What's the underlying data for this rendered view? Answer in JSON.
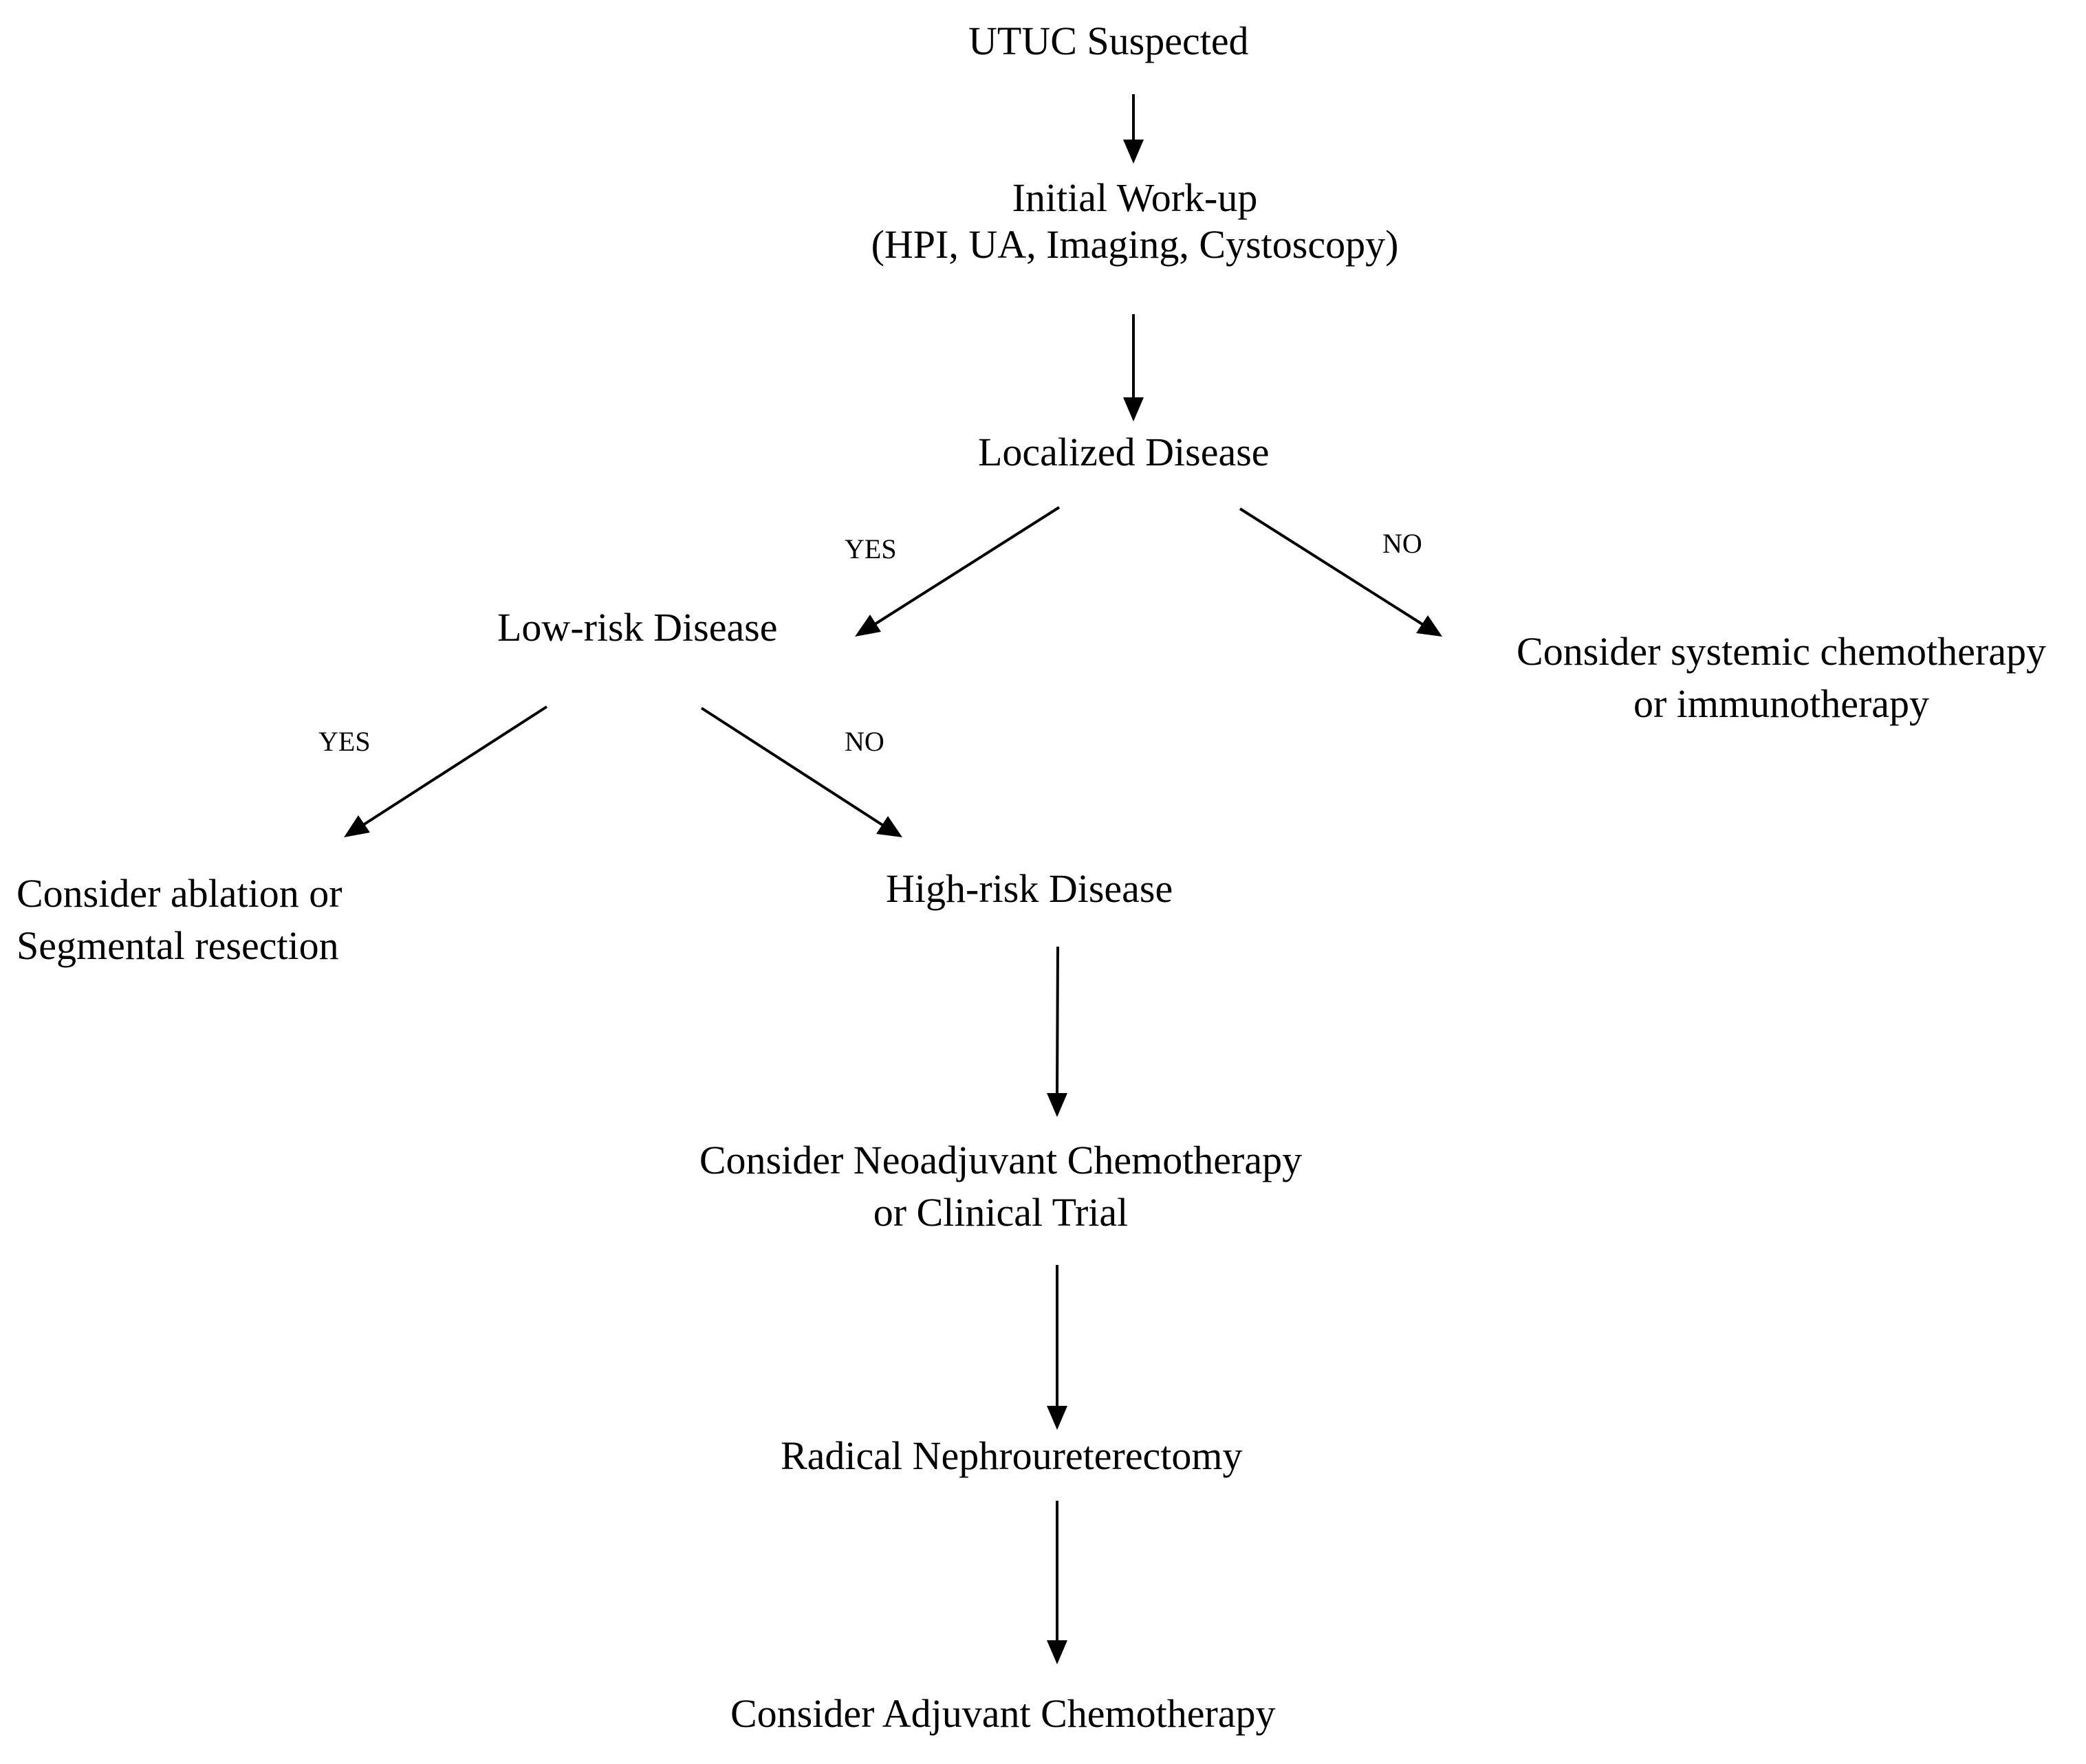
{
  "nodes": {
    "utuc_suspected": "UTUC Suspected",
    "initial_workup_line1": "Initial Work-up",
    "initial_workup_line2": "(HPI, UA, Imaging, Cystoscopy)",
    "localized_disease": "Localized Disease",
    "low_risk_disease": "Low-risk Disease",
    "systemic_line1": "Consider systemic chemotherapy",
    "systemic_line2": "or immunotherapy",
    "ablation_line1": "Consider ablation or",
    "ablation_line2": "Segmental resection",
    "high_risk_disease": "High-risk Disease",
    "neoadjuvant_line1": "Consider Neoadjuvant Chemotherapy",
    "neoadjuvant_line2": "or  Clinical Trial",
    "nephroureterectomy": "Radical Nephroureterectomy",
    "adjuvant": "Consider Adjuvant Chemotherapy"
  },
  "edge_labels": {
    "localized_yes": "YES",
    "localized_no": "NO",
    "lowrisk_yes": "YES",
    "lowrisk_no": "NO"
  }
}
